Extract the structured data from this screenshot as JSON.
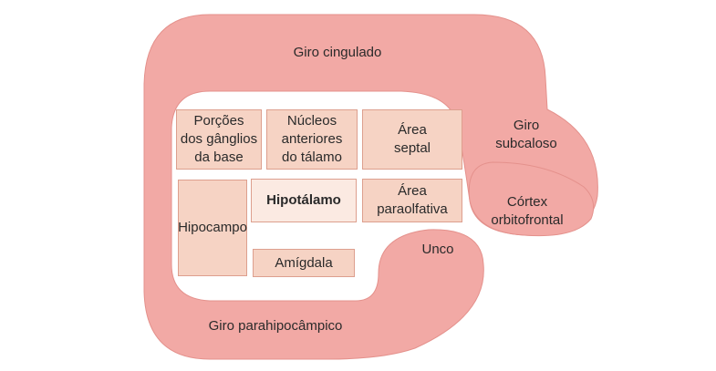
{
  "colors": {
    "ring": "#f2a9a5",
    "ring_stroke": "#e4918c",
    "box_fill": "#f6d3c4",
    "box_border": "#dd9f8e",
    "center_fill": "#fbeae2"
  },
  "ring_labels": {
    "cingulate": "Giro cingulado",
    "subcallosal": "Giro\nsubcaloso",
    "orbitofrontal": "Córtex\norbitofrontal",
    "uncus": "Unco",
    "parahippocampal": "Giro parahipocâmpico"
  },
  "boxes": {
    "basal_ganglia": "Porções\ndos gânglios\nda base",
    "anterior_thalamic": "Núcleos\nanteriores\ndo tálamo",
    "septal": "Área\nseptal",
    "hypothalamus": "Hipotálamo",
    "paraolfactory": "Área\nparaolfativa",
    "hippocampus": "Hipocampo",
    "amygdala": "Amígdala"
  }
}
